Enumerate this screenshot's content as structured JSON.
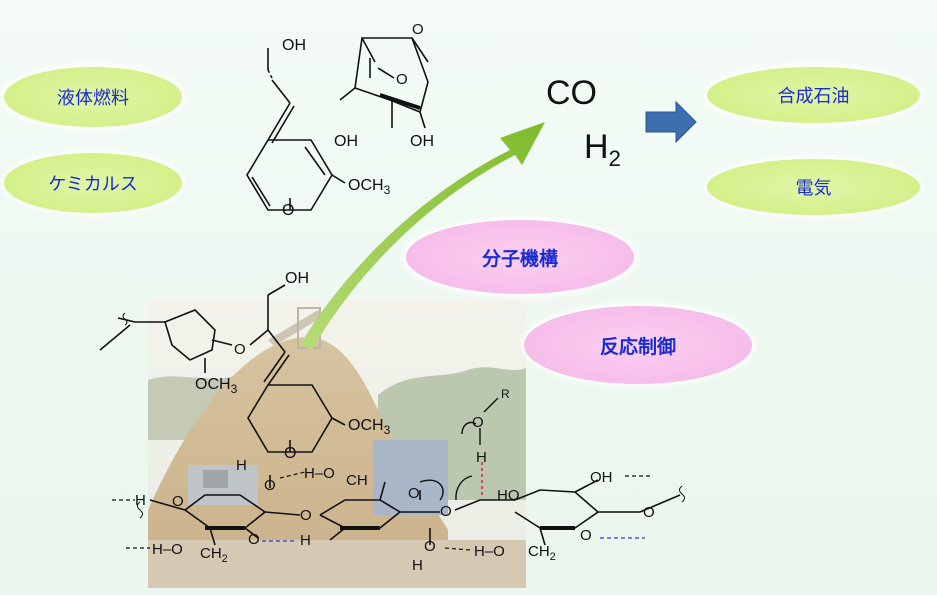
{
  "outputs_left": [
    "液体燃料",
    "ケミカルス"
  ],
  "outputs_right": [
    "合成石油",
    "電気"
  ],
  "keywords": [
    "分子機構",
    "反応制御"
  ],
  "syngas": {
    "line1": "CO",
    "line2_main": "H",
    "line2_sub": "2"
  },
  "labels": {
    "oh": "OH",
    "ome": "OCH",
    "sub3": "3",
    "o": "O",
    "h": "H",
    "r": "R",
    "ch2": "CH",
    "sub2": "2",
    "ho": "HO",
    "h_o": "H–O"
  },
  "colors": {
    "pill_green": "#d4f08a",
    "pill_pink": "#f6bde9",
    "label_blue": "#1a2bd1",
    "arrow_green": "#8cc63f",
    "arrow_blue": "#3d6fb0"
  }
}
